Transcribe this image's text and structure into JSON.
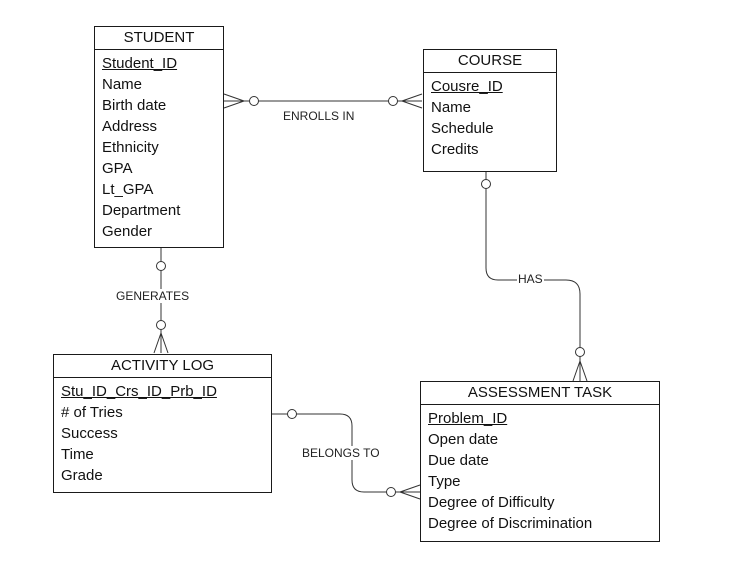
{
  "entities": {
    "student": {
      "title": "STUDENT",
      "attributes": [
        "Student_ID",
        "Name",
        "Birth date",
        "Address",
        "Ethnicity",
        "GPA",
        "Lt_GPA",
        "Department",
        "Gender"
      ]
    },
    "course": {
      "title": "COURSE",
      "attributes": [
        "Cousre_ID",
        "Name",
        "Schedule",
        "Credits"
      ]
    },
    "activity_log": {
      "title": "ACTIVITY LOG",
      "attributes": [
        "Stu_ID_Crs_ID_Prb_ID",
        "# of Tries",
        "Success",
        "Time",
        "Grade"
      ]
    },
    "assessment_task": {
      "title": "ASSESSMENT TASK",
      "attributes": [
        "Problem_ID",
        "Open date",
        "Due date",
        "Type",
        "Degree of Difficulty",
        "Degree of Discrimination"
      ]
    }
  },
  "relationships": {
    "enrolls_in": "ENROLLS IN",
    "has": "HAS",
    "generates": "GENERATES",
    "belongs_to": "BELONGS TO"
  }
}
